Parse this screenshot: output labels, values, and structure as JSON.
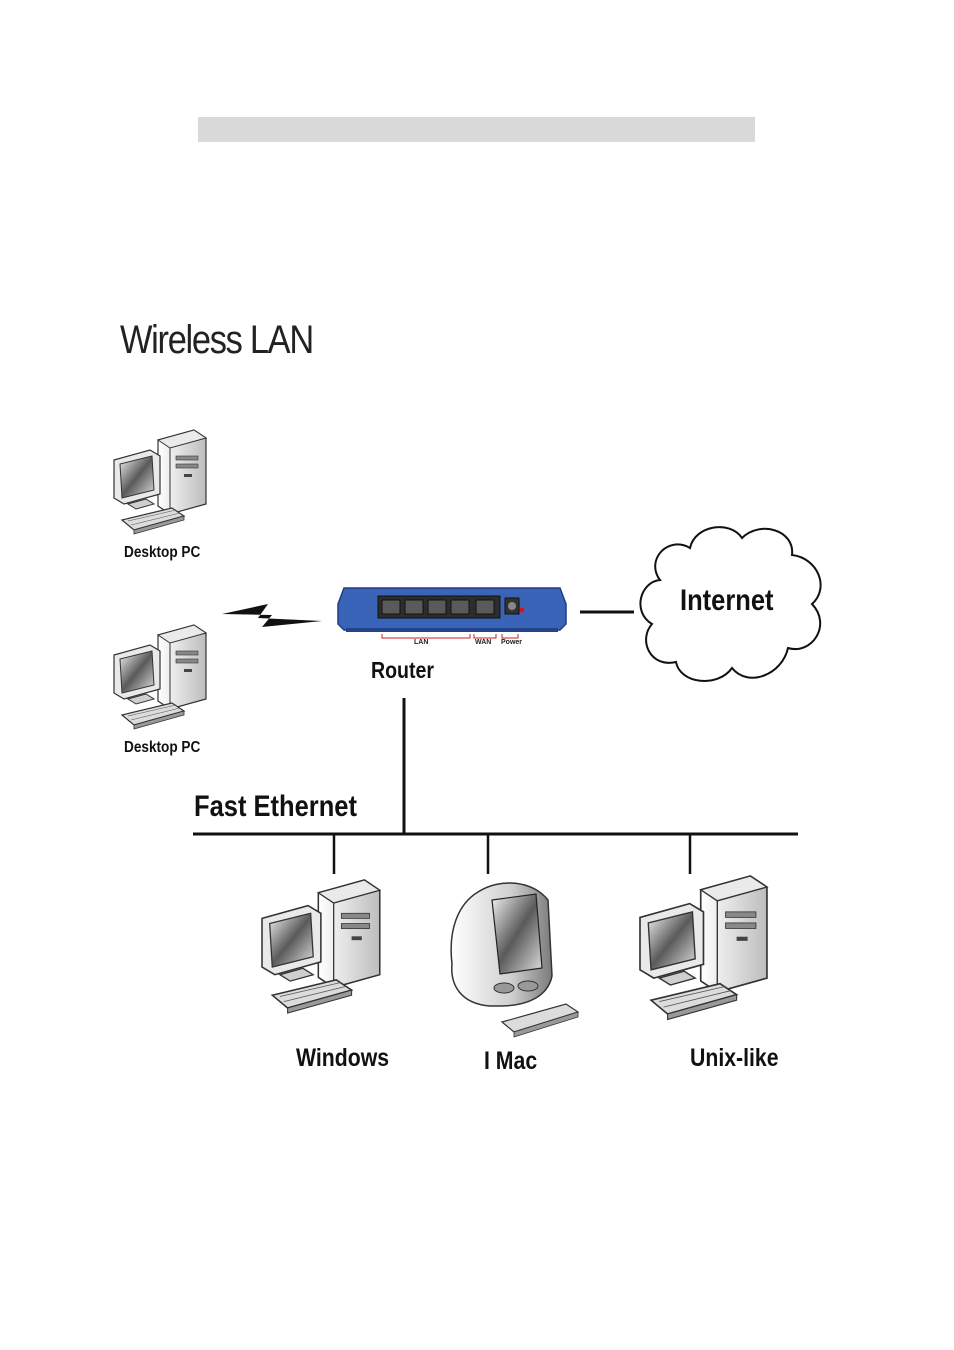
{
  "title": "Wireless LAN",
  "labels": {
    "desktop_pc_1": "Desktop PC",
    "desktop_pc_2": "Desktop PC",
    "router": "Router",
    "internet": "Internet",
    "fast_ethernet": "Fast Ethernet",
    "windows": "Windows",
    "imac": "I Mac",
    "unix": "Unix-like"
  },
  "router_ports": {
    "lan": "LAN",
    "wan": "WAN",
    "power": "Power"
  },
  "colors": {
    "router_body": "#3a64b8",
    "router_dark": "#22448c",
    "line": "#111111",
    "gray_bar": "#d9d9d9"
  }
}
